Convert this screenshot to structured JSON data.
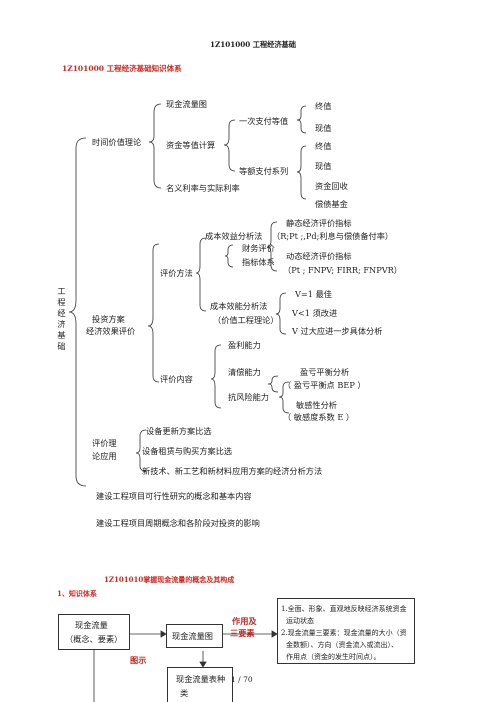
{
  "header": {
    "title": "1Z101000  工程经济基础"
  },
  "section_title": "1Z101000   工程经济基础知识体系",
  "tree": {
    "root": "工程经济基础",
    "tvm": {
      "label": "时间价值理论",
      "cash_flow_diagram": "现金流量图",
      "equivalent_calc": "资金等值计算",
      "single_payment": "一次支付等值",
      "single_final": "终值",
      "single_present": "现值",
      "uniform_series": "等额支付系列",
      "series_final": "终值",
      "series_present": "现值",
      "capital_recovery": "资金回收",
      "sinking_fund": "偿债基金",
      "interest_rate": "名义利率与实际利率"
    },
    "evaluation": {
      "label_line1": "投资方案",
      "label_line2": "经济效果评价",
      "methods": "评价方法",
      "cost_benefit": "成本效益分析法",
      "static_index": "静态经济评价指标",
      "static_detail": "（R;Pt ;,Pd;利息与偿债备付率）",
      "financial_index_1": "财务评价",
      "financial_index_2": "指标体系",
      "dynamic_index": "动态经济评价指标",
      "dynamic_detail": "（Pt ; FNPV; FIRR; FNPVR）",
      "cost_effect_1": "成本效能分析法",
      "cost_effect_2": "（价值工程理论）",
      "v_eq": "V=1 最佳",
      "v_lt": "V<1 须改进",
      "v_gt": "V 过大应进一步具体分析",
      "content": "评价内容",
      "profitability": "盈利能力",
      "solvency": "清偿能力",
      "risk": "抗风险能力",
      "breakeven": "盈亏平衡分析",
      "breakeven_point": "（ 盈亏平衡点 BEP ）",
      "sensitivity": "敏感性分析",
      "sensitivity_coef": "（ 敏感度系数 E ）"
    },
    "application": {
      "label_line1": "评价理",
      "label_line2": "论应用",
      "equipment": "设备更新方案比选",
      "lease_buy": "设备租赁与购买方案比选",
      "new_tech": "新技术、新工艺和新材料应用方案的经济分析方法"
    },
    "feasibility": "建设工程项目可行性研究的概念和基本内容",
    "life_cycle": "建设工程项目周期概念和各阶段对投资的影响"
  },
  "section2": {
    "title": "1Z101010掌握现金流量的概念及其构成",
    "subtitle": "1、知识体系"
  },
  "flow": {
    "cash_flow_line1": "现金流量",
    "cash_flow_line2": "（概念、要素）",
    "diagram_box": "现金流量图",
    "role_line1": "作用及",
    "role_line2": "三要素",
    "notes": [
      "1.全面、形象、直观地反映经济系统资金",
      "运动状态",
      "2.现金流量三要素：现金流量的大小（资",
      "金数额）、方向（资金流入或流出）、",
      "作用点（资金的发生时间点）。"
    ],
    "legend": "图示",
    "table_line1": "现金流量表种",
    "table_line2": "类"
  },
  "footer": {
    "page": "1  /  70"
  },
  "colors": {
    "accent_red": "#d4261f",
    "text": "#222222",
    "line": "#333333"
  }
}
